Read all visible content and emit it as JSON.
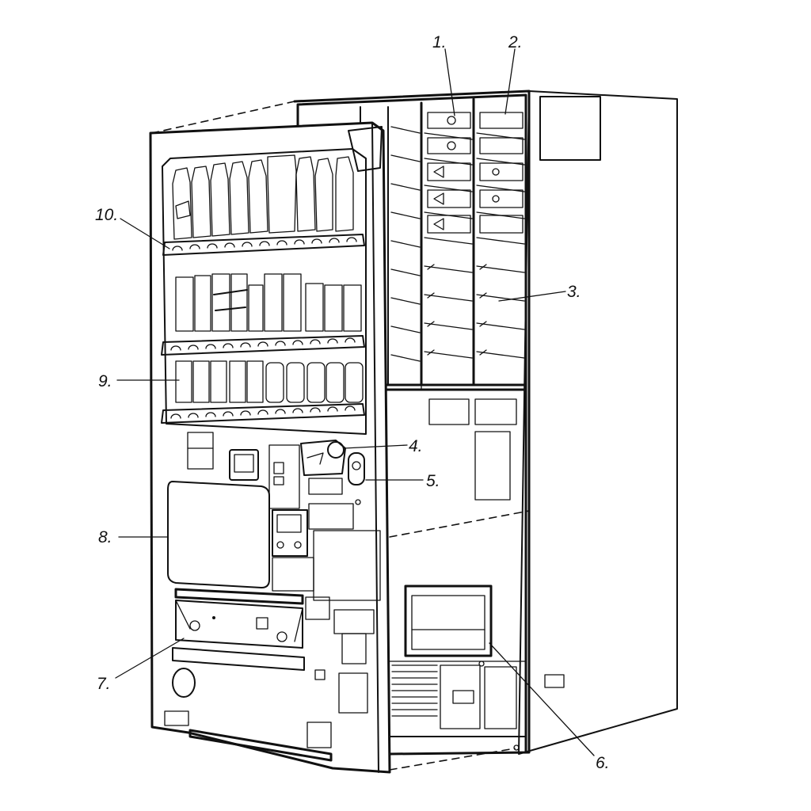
{
  "callouts": [
    {
      "id": "1",
      "label": "1."
    },
    {
      "id": "2",
      "label": "2."
    },
    {
      "id": "3",
      "label": "3."
    },
    {
      "id": "4",
      "label": "4."
    },
    {
      "id": "5",
      "label": "5."
    },
    {
      "id": "6",
      "label": "6."
    },
    {
      "id": "7",
      "label": "7."
    },
    {
      "id": "8",
      "label": "8."
    },
    {
      "id": "9",
      "label": "9."
    },
    {
      "id": "10",
      "label": "10."
    }
  ]
}
